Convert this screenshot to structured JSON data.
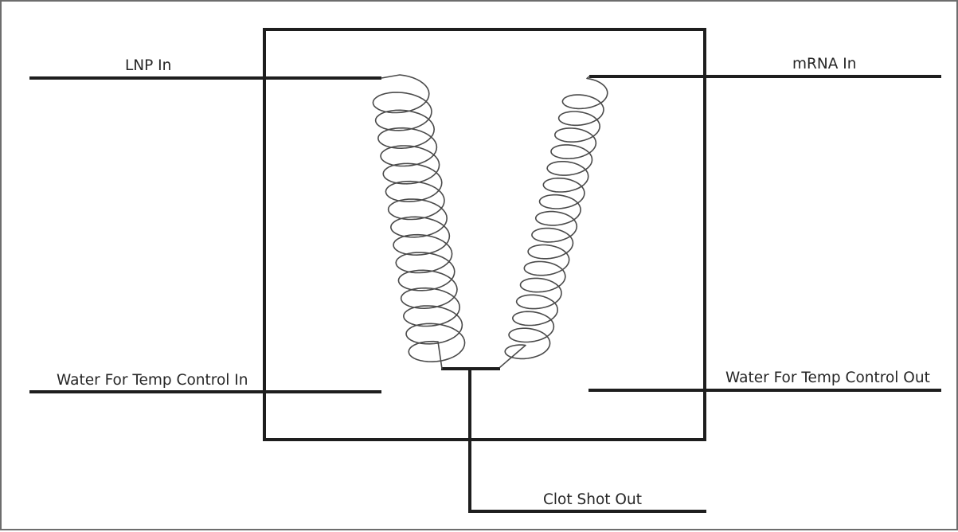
{
  "diagram": {
    "labels": {
      "lnp_in": "LNP In",
      "mrna_in": "mRNA In",
      "water_in": "Water For Temp Control In",
      "water_out": "Water For Temp Control Out",
      "clot_shot_out": "Clot Shot Out"
    }
  }
}
